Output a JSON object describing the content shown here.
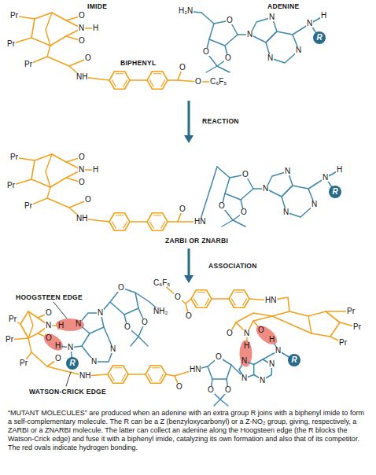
{
  "diagram": {
    "caption": "“MUTANT MOLECULES” are produced when an adenine with an extra group R joins with a biphenyl imide to form a self-complementary molecule. The R can be a Z (benzyloxycarbonyl) or a Z-NO₂ group, giving, respectively, a ZARBI or a ZNARBI molecule. The latter can collect an adenine along the Hoogsteen edge (the R blocks the Watson-Crick edge) and fuse it with a biphenyl imide, catalyzing its own formation and also that of its competitor. The red ovals indicate hydrogen bonding.",
    "nodes": [
      {
        "text": [
          "R"
        ]
      },
      {
        "text": [
          "R"
        ]
      },
      {
        "text": [
          "R"
        ]
      },
      {
        "text": [
          "R"
        ]
      }
    ],
    "labels": [
      "IMIDE",
      "ADENINE",
      "BIPHENYL",
      "Pr",
      "Pr",
      "Pr",
      "O",
      "N",
      "H",
      "O",
      "O",
      "NH",
      "O",
      "O",
      "C₆F₅",
      "H₂N",
      "O",
      "O",
      "O",
      "N",
      "N",
      "N",
      "N",
      "N",
      "H",
      "REACTION",
      "Pr",
      "Pr",
      "Pr",
      "O",
      "N",
      "H",
      "O",
      "O",
      "NH",
      "O",
      "HN",
      "O",
      "O",
      "O",
      "N",
      "N",
      "N",
      "N",
      "N",
      "H",
      "ZARBI OR ZNARBI",
      "ASSOCIATION",
      "HOOGSTEEN EDGE",
      "WATSON-CRICK EDGE",
      "Pr",
      "Pr",
      "Pr",
      "O",
      "N",
      "H",
      "O",
      "O",
      "NH",
      "N",
      "N",
      "H",
      "N",
      "N",
      "N",
      "O",
      "O",
      "O",
      "NH₂",
      "C₆F₅",
      "O",
      "O",
      "HN",
      "Pr",
      "Pr",
      "Pr",
      "O",
      "N",
      "H",
      "O",
      "O",
      "HN",
      "O",
      "O",
      "O",
      "N",
      "N",
      "N",
      "N",
      "N",
      "H"
    ]
  }
}
